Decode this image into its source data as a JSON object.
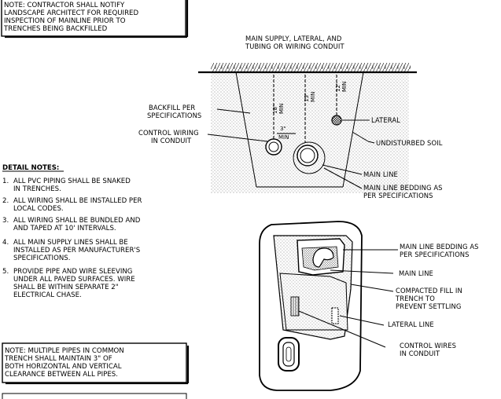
{
  "notes": {
    "top_note": [
      "NOTE: CONTRACTOR SHALL NOTIFY",
      "LANDSCAPE ARCHITECT FOR REQUIRED",
      "INSPECTION OF MAINLINE PRIOR TO",
      "TRENCHES BEING BACKFILLED"
    ],
    "bottom_note": [
      "NOTE: MULTIPLE PIPES IN COMMON",
      "TRENCH SHALL MAINTAIN 3\" OF",
      "BOTH HORIZONTAL AND VERTICAL",
      "CLEARANCE BETWEEN ALL PIPES."
    ]
  },
  "detail_notes": {
    "heading": "DETAIL NOTES:",
    "items": [
      {
        "num": "1.",
        "lines": [
          "ALL PVC PIPING SHALL BE SNAKED",
          "IN TRENCHES."
        ]
      },
      {
        "num": "2.",
        "lines": [
          "ALL WIRING SHALL BE INSTALLED PER",
          "LOCAL CODES."
        ]
      },
      {
        "num": "3.",
        "lines": [
          "ALL WIRING SHALL BE BUNDLED AND",
          "AND TAPED AT 10' INTERVALS."
        ]
      },
      {
        "num": "4.",
        "lines": [
          "ALL MAIN SUPPLY LINES SHALL BE",
          "INSTALLED AS PER MANUFACTURER'S",
          "SPECIFICATIONS."
        ]
      },
      {
        "num": "5.",
        "lines": [
          "PROVIDE PIPE AND WIRE SLEEVING",
          "UNDER ALL PAVED SURFACES. WIRE",
          "SHALL BE WITHIN SEPARATE 2\"",
          "ELECTRICAL CHASE."
        ]
      }
    ]
  },
  "section_view": {
    "title_lines": [
      "MAIN SUPPLY, LATERAL, AND",
      "TUBING OR WIRING CONDUIT"
    ],
    "labels": {
      "backfill": [
        "BACKFILL PER",
        "SPECIFICATIONS"
      ],
      "control_wiring": [
        "CONTROL WIRING",
        "IN CONDUIT"
      ],
      "lateral": [
        "LATERAL"
      ],
      "undisturbed": [
        "UNDISTURBED SOIL"
      ],
      "main_line": [
        "MAIN LINE"
      ],
      "bedding": [
        "MAIN LINE BEDDING AS",
        "PER SPECIFICATIONS"
      ]
    },
    "dimensions": {
      "d18": "18\"",
      "d15": "15\"",
      "d12": "12\"",
      "min_a": "MIN",
      "min_b": "MIN",
      "min_c": "MIN",
      "d3": "3\"",
      "min_d": "MIN"
    }
  },
  "iso_view": {
    "labels": {
      "bedding": [
        "MAIN LINE BEDDING AS",
        "PER SPECIFICATIONS"
      ],
      "main_line": [
        "MAIN LINE"
      ],
      "compacted": [
        "COMPACTED FILL IN",
        "TRENCH TO",
        "PREVENT SETTLING"
      ],
      "lateral_line": [
        "LATERAL LINE"
      ],
      "control_wires": [
        "CONTROL WIRES",
        "IN CONDUIT"
      ]
    }
  }
}
